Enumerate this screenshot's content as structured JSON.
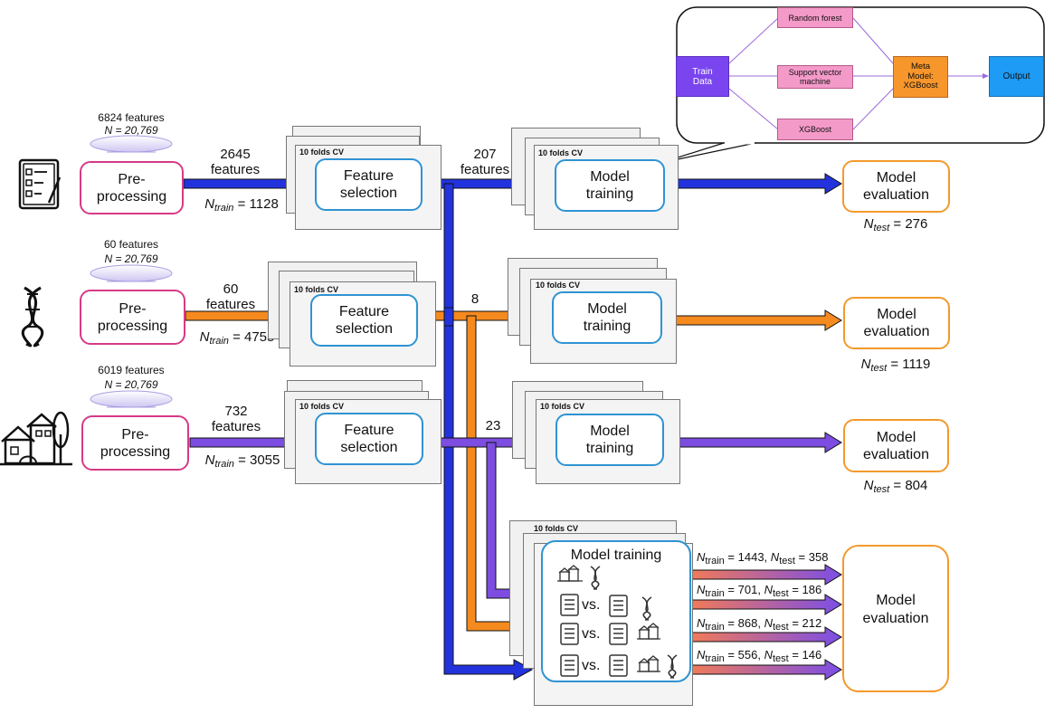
{
  "icons": {
    "row1": "clipboard-checklist-icon",
    "row2": "dna-icon",
    "row3": "houses-icon"
  },
  "colors": {
    "row1": "#2233dd",
    "row2": "#f58a1f",
    "row3": "#7c4de0",
    "preprocess_border": "#d63a86",
    "process_border": "#2f93d3",
    "evaluation_border": "#f39a2b"
  },
  "labels": {
    "preprocessing": "Pre-\nprocessing",
    "feature_selection": "Feature\nselection",
    "model_training": "Model\ntraining",
    "model_evaluation": "Model\nevaluation",
    "folds_cv": "10 folds CV",
    "combined_model_training": "Model training",
    "vs": "vs.",
    "n_train": "N",
    "train_sub": "train",
    "test_sub": "test"
  },
  "rows": [
    {
      "input_features": "6824 features",
      "n_total": "N = 20,769",
      "selected_features": "2645\nfeatures",
      "n_train": "= 1128",
      "model_features": "207\nfeatures",
      "n_test": "= 276"
    },
    {
      "input_features": "60 features",
      "n_total": "N = 20,769",
      "selected_features": "60\nfeatures",
      "n_train": "= 4755",
      "model_features": "8",
      "n_test": "= 1119"
    },
    {
      "input_features": "6019 features",
      "n_total": "N = 20,769",
      "selected_features": "732\nfeatures",
      "n_train": "= 3055",
      "model_features": "23",
      "n_test": "= 804"
    }
  ],
  "combined": {
    "splits": [
      {
        "train": "= 1443,",
        "test": "= 358"
      },
      {
        "train": "= 701,",
        "test": "= 186"
      },
      {
        "train": "= 868,",
        "test": "= 212"
      },
      {
        "train": "= 556,",
        "test": "= 146"
      }
    ]
  },
  "ensemble": {
    "train_data": "Train\nData",
    "base_models": [
      "Random forest",
      "Support vector\nmachine",
      "XGBoost"
    ],
    "meta_model": "Meta\nModel:\nXGBoost",
    "output": "Output"
  }
}
